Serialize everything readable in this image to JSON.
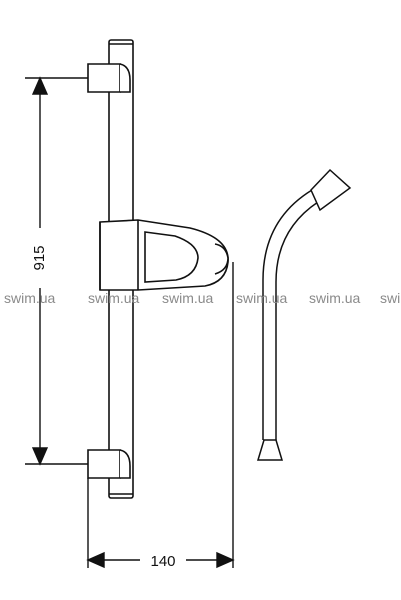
{
  "dimensions": {
    "height_label": "915",
    "width_label": "140"
  },
  "watermark": {
    "text": "swim.ua",
    "tail_text": "swi"
  },
  "colors": {
    "line": "#111111",
    "watermark": "#8a8a8a",
    "background": "#ffffff"
  }
}
